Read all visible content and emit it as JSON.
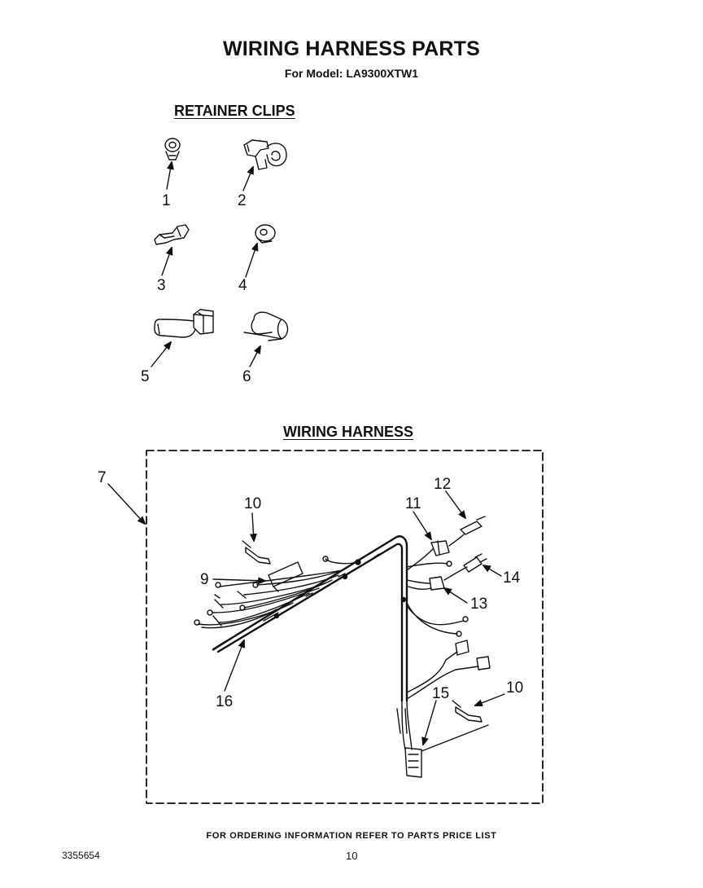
{
  "header": {
    "title": "WIRING HARNESS PARTS",
    "subtitle": "For Model: LA9300XTW1"
  },
  "sections": {
    "retainer_clips": "RETAINER CLIPS",
    "wiring_harness": "WIRING HARNESS"
  },
  "callouts": {
    "c1": "1",
    "c2": "2",
    "c3": "3",
    "c4": "4",
    "c5": "5",
    "c6": "6",
    "c7": "7",
    "c9": "9",
    "c10a": "10",
    "c10b": "10",
    "c11": "11",
    "c12": "12",
    "c13": "13",
    "c14": "14",
    "c15": "15",
    "c16": "16"
  },
  "footer": {
    "note": "FOR ORDERING INFORMATION REFER TO PARTS PRICE LIST",
    "doc_number": "3355654",
    "page_number": "10"
  }
}
